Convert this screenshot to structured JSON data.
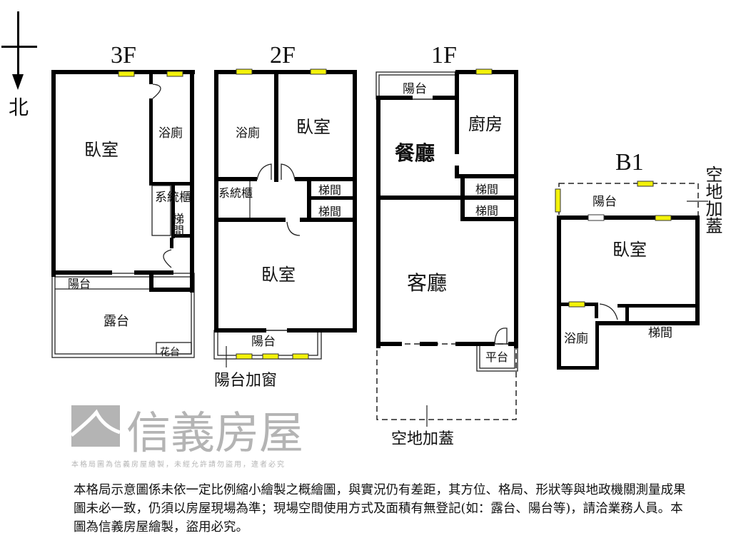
{
  "compass": {
    "label": "北"
  },
  "floors": {
    "f3": {
      "title": "3F",
      "rooms": {
        "bedroom": "臥室",
        "bath": "浴廁",
        "cabinet": "系統櫃",
        "stairs": "梯間",
        "balcony": "陽台",
        "terrace": "露台",
        "planter": "花台"
      }
    },
    "f2": {
      "title": "2F",
      "rooms": {
        "bath": "浴廁",
        "bedroom1": "臥室",
        "cabinet": "系統櫃",
        "stairs1": "梯間",
        "stairs2": "梯間",
        "bedroom2": "臥室",
        "balcony": "陽台"
      },
      "note": "陽台加窗"
    },
    "f1": {
      "title": "1F",
      "rooms": {
        "balcony": "陽台",
        "kitchen": "廚房",
        "dining": "餐廳",
        "stairs1": "梯間",
        "stairs2": "梯間",
        "living": "客廳",
        "platform": "平台"
      },
      "note": "空地加蓋"
    },
    "b1": {
      "title": "B1",
      "rooms": {
        "balcony": "陽台",
        "bedroom": "臥室",
        "bath": "浴廁",
        "stairs": "梯間"
      },
      "note": "空地加蓋"
    }
  },
  "watermark": {
    "brand": "信義房屋",
    "notice": "本格局圖為信義房屋繪製，未經允許請勿盜用，違者必究"
  },
  "colors": {
    "window": "#f3f20a",
    "watermark": "#9a9a9a"
  },
  "footer": {
    "disclaimer": "本格局示意圖係未依一定比例縮小繪製之概繪圖，與實況仍有差距，其方位、格局、形狀等與地政機關測量成果圖未必一致，仍須以房屋現場為準；現場空間使用方式及面積有無登記(如：露台、陽台等)，請洽業務人員。本圖為信義房屋繪製，盜用必究。"
  }
}
